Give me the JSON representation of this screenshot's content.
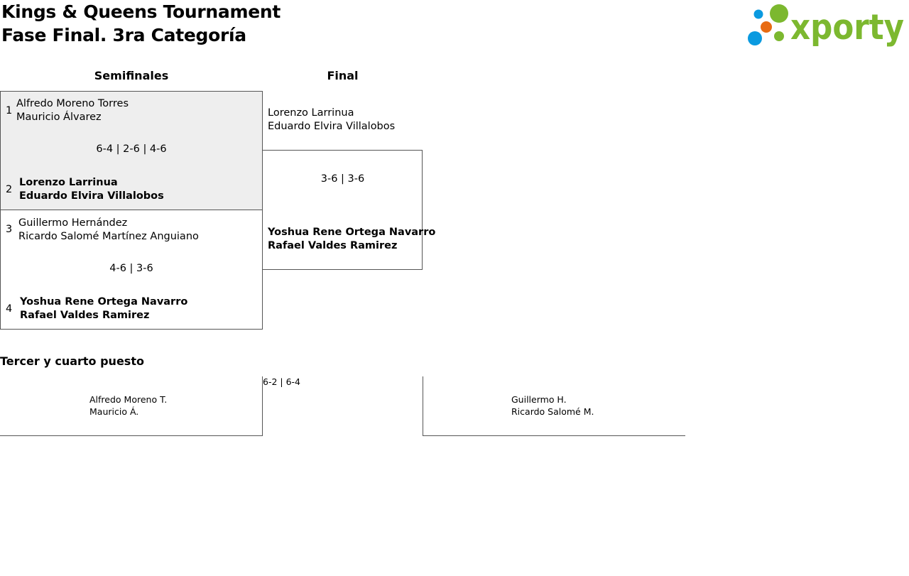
{
  "header": {
    "title_line1": "Kings & Queens Tournament",
    "title_line2": "Fase Final. 3ra Categoría",
    "logo_text": "xporty",
    "logo_colors": {
      "blue": "#0a9ae0",
      "orange": "#e86b12",
      "green": "#7cb82f"
    }
  },
  "rounds": {
    "semifinal_label": "Semifinales",
    "final_label": "Final"
  },
  "semifinals": [
    {
      "teams": [
        {
          "seed": "1",
          "players": [
            "Alfredo Moreno Torres",
            "Mauricio Álvarez"
          ],
          "winner": false
        },
        {
          "seed": "2",
          "players": [
            "Lorenzo Larrinua",
            "Eduardo Elvira Villalobos"
          ],
          "winner": true
        }
      ],
      "score": "6-4 | 2-6 | 4-6"
    },
    {
      "teams": [
        {
          "seed": "3",
          "players": [
            "Guillermo Hernández",
            "Ricardo Salomé Martínez Anguiano"
          ],
          "winner": false
        },
        {
          "seed": "4",
          "players": [
            "Yoshua Rene Ortega Navarro",
            "Rafael Valdes Ramirez"
          ],
          "winner": true
        }
      ],
      "score": "4-6 | 3-6"
    }
  ],
  "final": {
    "teams": [
      {
        "players": [
          "Lorenzo Larrinua",
          "Eduardo Elvira Villalobos"
        ],
        "winner": false
      },
      {
        "players": [
          "Yoshua Rene Ortega Navarro",
          "Rafael Valdes Ramirez"
        ],
        "winner": true
      }
    ],
    "score": "3-6 | 3-6"
  },
  "third_place": {
    "label": "Tercer y cuarto puesto",
    "score": "6-2 | 6-4",
    "teams": [
      {
        "players": [
          "Alfredo Moreno T.",
          "Mauricio Á."
        ]
      },
      {
        "players": [
          "Guillermo H.",
          "Ricardo Salomé M."
        ]
      }
    ]
  }
}
